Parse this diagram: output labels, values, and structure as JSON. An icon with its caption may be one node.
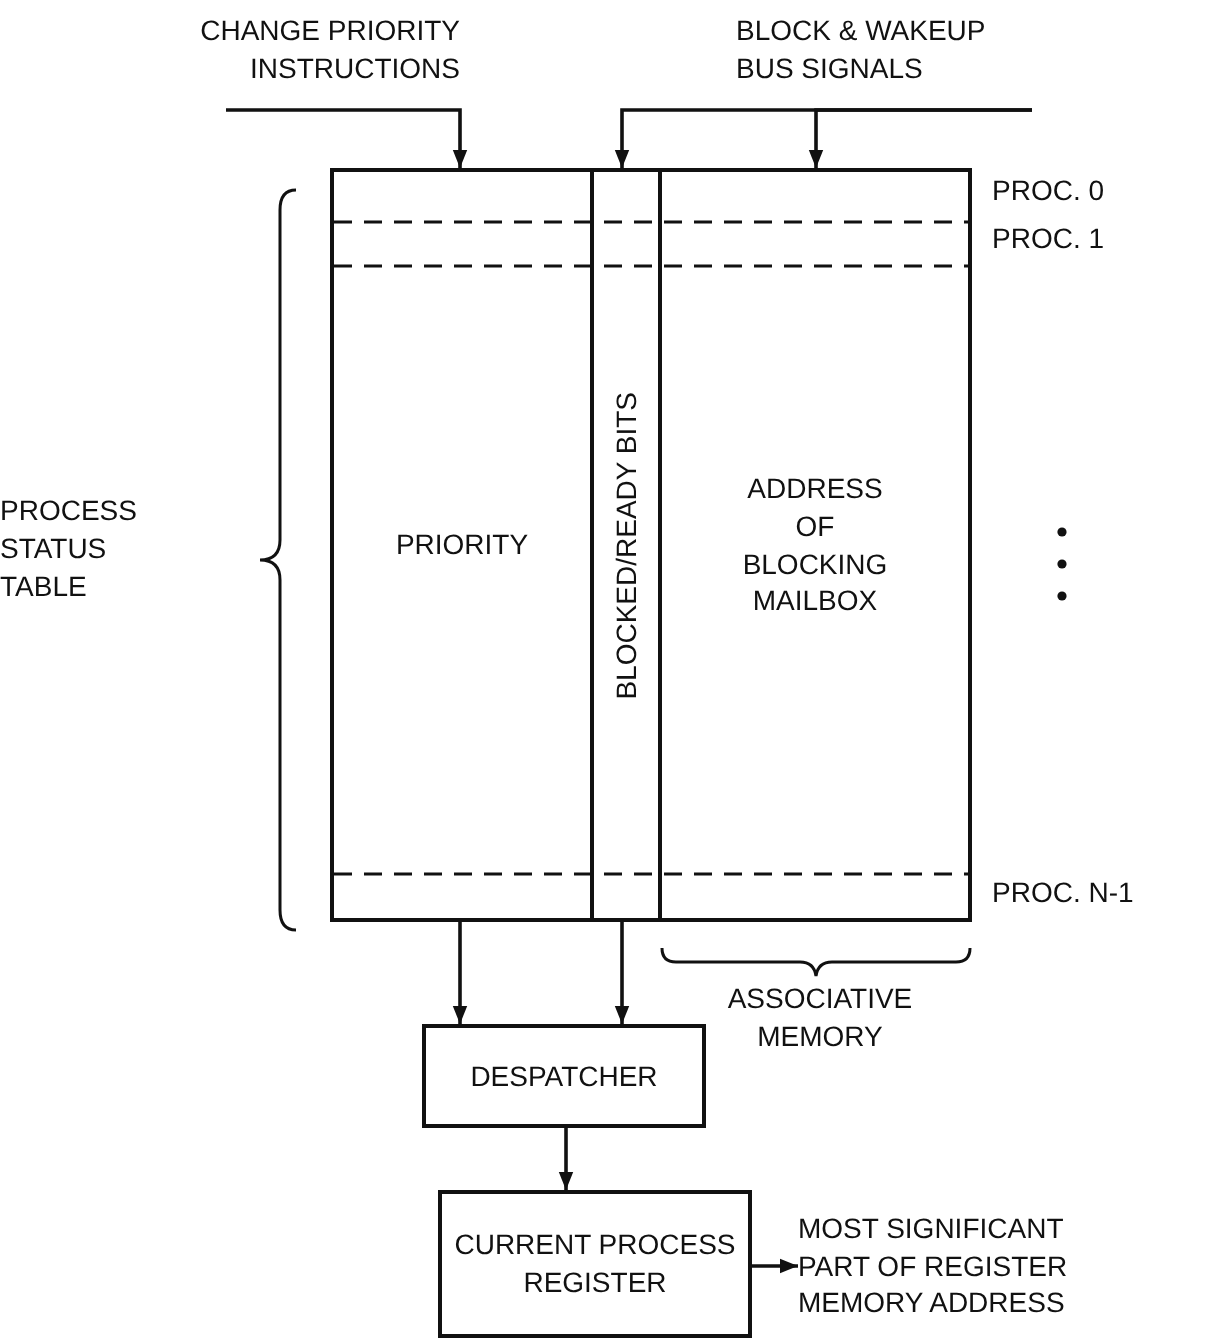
{
  "diagram": {
    "nodes": [
      {
        "text": [
          "CHANGE PRIORITY INSTRUCTIONS"
        ]
      },
      {
        "text": [
          "BLOCK & WAKEUP BUS SIGNALS"
        ]
      },
      {
        "text": [],
        "shape": "box"
      },
      {
        "text": [
          "PRIORITY"
        ],
        "in": 2
      },
      {
        "text": [
          "BLOCKED/READY BITS"
        ],
        "in": 2
      },
      {
        "text": [
          "ADDRESS OF BLOCKING MAILBOX"
        ],
        "in": 2
      },
      {
        "text": [
          "DESPATCHER"
        ]
      },
      {
        "text": [
          "CURRENT PROCESS REGISTER"
        ]
      },
      {
        "text": [
          "MOST SIGNIFICANT PART OF REGISTER MEMORY ADDRESS"
        ]
      }
    ],
    "edges": [
      {
        "from": 0,
        "to": 3,
        "arrow": "to"
      },
      {
        "from": 1,
        "to": 4,
        "arrow": "to"
      },
      {
        "from": 1,
        "to": 5,
        "arrow": "to"
      },
      {
        "from": 3,
        "to": 6,
        "arrow": "to"
      },
      {
        "from": 4,
        "to": 6,
        "arrow": "to"
      },
      {
        "from": 6,
        "to": 7,
        "arrow": "to"
      },
      {
        "from": 7,
        "to": 8,
        "arrow": "to"
      }
    ],
    "labels": [
      "PROC. 0",
      "PROC. 1",
      "PROCESS STATUS TABLE",
      "PROC. N-1",
      "ASSOCIATIVE MEMORY"
    ]
  }
}
